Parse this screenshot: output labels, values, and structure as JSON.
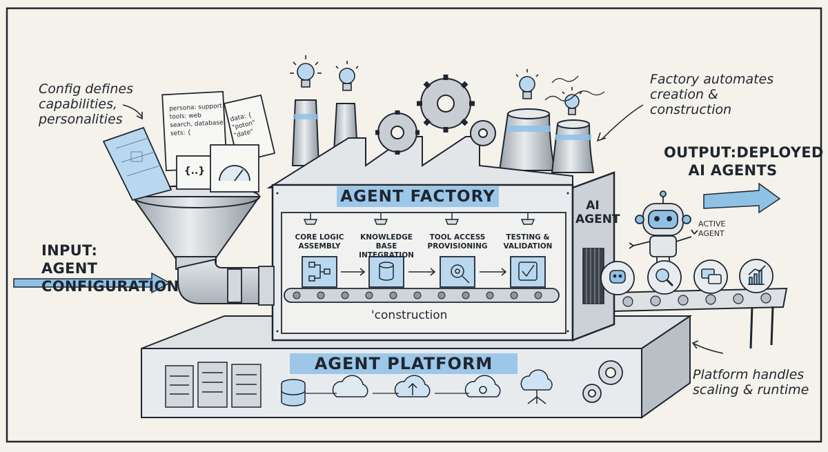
{
  "notes": {
    "config": "Config defines capabilities, personalities",
    "factory_automates": "Factory automates creation & construction",
    "platform_handles": "Platform handles scaling & runtime"
  },
  "input_label": "INPUT: AGENT CONFIGURATION",
  "output_label": "OUTPUT:DEPLOYED AI AGENTS",
  "factory_title": "AGENT FACTORY",
  "platform_title": "AGENT PLATFORM",
  "side_sign": "AI AGENT",
  "active_agent_label": "ACTIVE AGENT",
  "construction_label": "'construction",
  "steps": [
    {
      "label": "CORE LOGIC ASSEMBLY",
      "icon": "flowchart-icon"
    },
    {
      "label": "KNOWLEDGE BASE INTEGRATION",
      "icon": "database-icon"
    },
    {
      "label": "TOOL ACCESS PROVISIONING",
      "icon": "tools-icon"
    },
    {
      "label": "TESTING & VALIDATION",
      "icon": "checkmark-icon"
    }
  ],
  "config_doc_text": {
    "line1": "persona: support",
    "line2": "tools: web search, database",
    "line3": "sets: {",
    "json_text": "data: { \"poton\" \"date\"",
    "braces": "{..}"
  },
  "deployed_agent_icons": [
    "headset-robot-icon",
    "magnifier-icon",
    "chat-icon",
    "chart-icon"
  ],
  "colors": {
    "accent_blue": "#8fc1e6",
    "ink": "#1f2630",
    "paper": "#f4f2ea",
    "metal": "#c9ced3"
  }
}
